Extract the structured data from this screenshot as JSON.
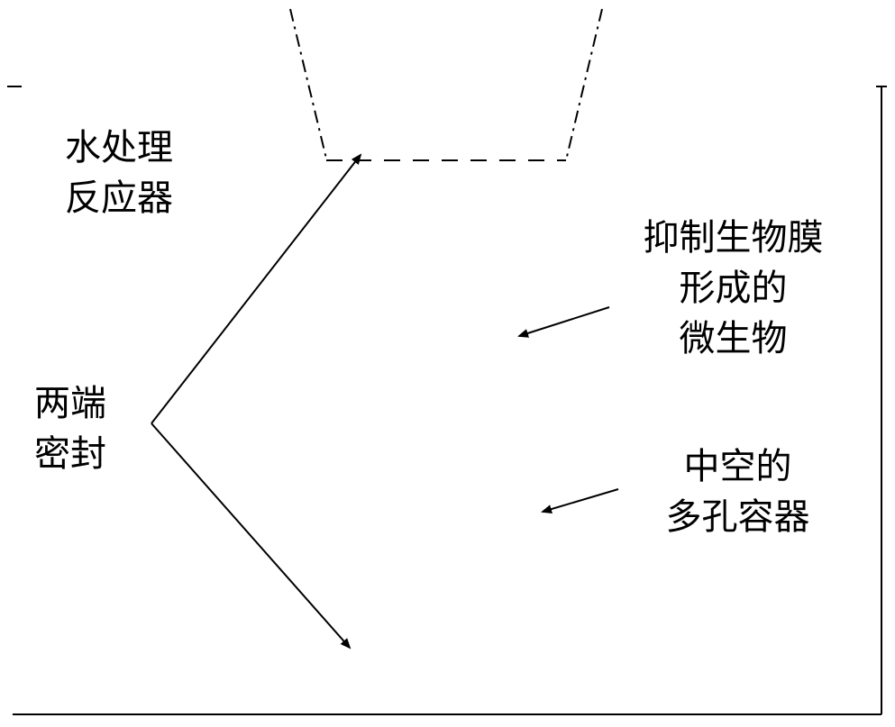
{
  "labels": {
    "reactor": [
      "水处理",
      "反应器"
    ],
    "sealed": [
      "两端",
      "密封"
    ],
    "microbe": [
      "抑制生物膜",
      "形成的",
      "微生物"
    ],
    "vessel": [
      "中空的",
      "多孔容器"
    ]
  },
  "colors": {
    "ink": "#000000",
    "background": "#ffffff"
  }
}
